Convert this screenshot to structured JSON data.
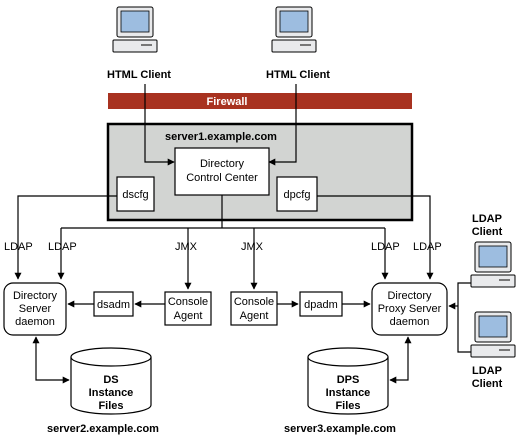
{
  "firewall": {
    "label": "Firewall"
  },
  "clients": {
    "html_client_left": "HTML Client",
    "html_client_right": "HTML Client"
  },
  "server1": {
    "hostname": "server1.example.com",
    "dcc_line1": "Directory",
    "dcc_line2": "Control Center",
    "dscfg": "dscfg",
    "dpcfg": "dpcfg"
  },
  "protocols": {
    "ldap": "LDAP",
    "jmx": "JMX"
  },
  "server2": {
    "hostname": "server2.example.com",
    "daemon_line1": "Directory",
    "daemon_line2": "Server",
    "daemon_line3": "daemon",
    "dsadm": "dsadm",
    "agent_line1": "Console",
    "agent_line2": "Agent",
    "files_line1": "DS",
    "files_line2": "Instance",
    "files_line3": "Files"
  },
  "server3": {
    "hostname": "server3.example.com",
    "daemon_line1": "Directory",
    "daemon_line2": "Proxy Server",
    "daemon_line3": "daemon",
    "dpadm": "dpadm",
    "agent_line1": "Console",
    "agent_line2": "Agent",
    "files_line1": "DPS",
    "files_line2": "Instance",
    "files_line3": "Files"
  },
  "ldap_clients": {
    "top_line1": "LDAP",
    "top_line2": "Client",
    "bottom_line1": "LDAP",
    "bottom_line2": "Client"
  },
  "colors": {
    "firewall": "#a83220",
    "server_frame": "#d2d4d2",
    "monitor": "#9dbde0"
  }
}
